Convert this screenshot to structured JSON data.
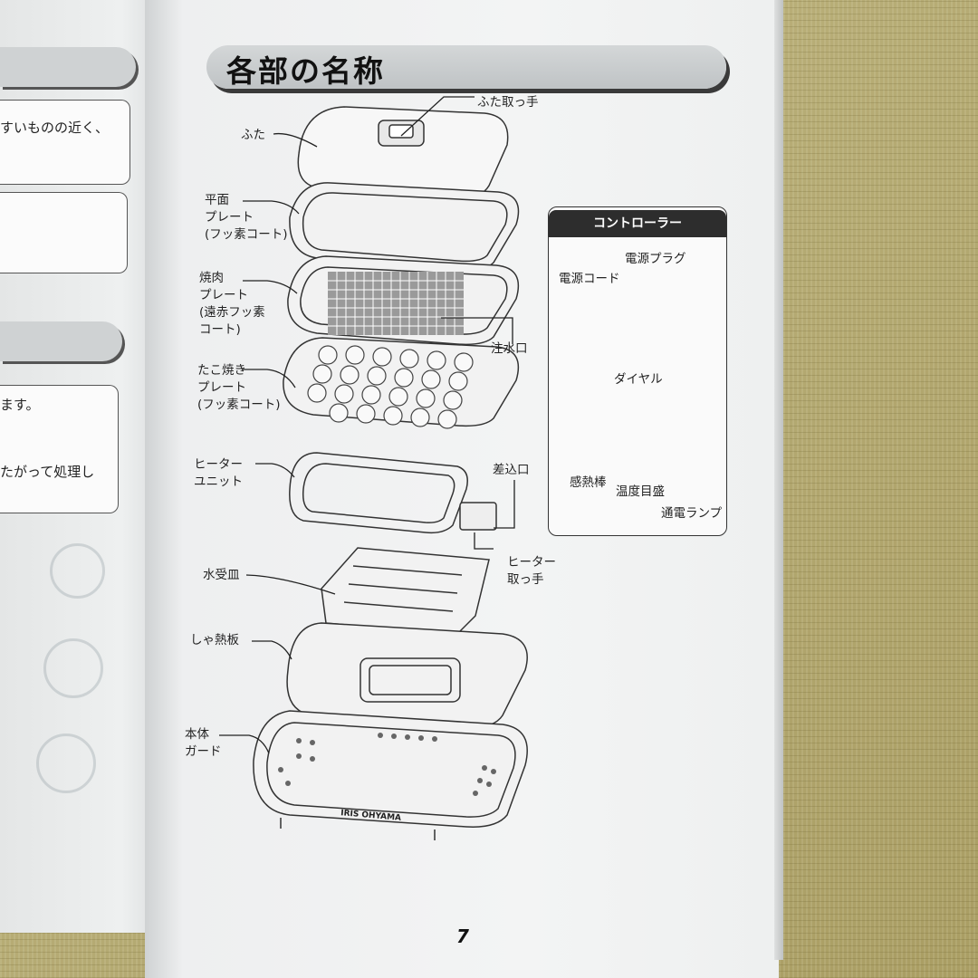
{
  "left_page": {
    "line1": "すいものの近く、",
    "line2": "ます。",
    "line3": "たがって処理し"
  },
  "heading": "各部の名称",
  "parts": {
    "lid_handle": "ふた取っ手",
    "lid": "ふた",
    "flat_plate": [
      "平面",
      "プレート",
      "(フッ素コート)"
    ],
    "grill_plate": [
      "焼肉",
      "プレート",
      "(遠赤フッ素",
      "コート)"
    ],
    "spout": "注水口",
    "takoyaki_plate": [
      "たこ焼き",
      "プレート",
      "(フッ素コート)"
    ],
    "heater_unit": [
      "ヒーター",
      "ユニット"
    ],
    "outlet": "差込口",
    "heater_handle": [
      "ヒーター",
      "取っ手"
    ],
    "drip_tray": "水受皿",
    "heat_shield": "しゃ熱板",
    "body_guard": [
      "本体",
      "ガード"
    ]
  },
  "controller": {
    "title": "コントローラー",
    "power_plug": "電源プラグ",
    "power_cord": "電源コード",
    "dial": "ダイヤル",
    "sensor_rod": "感熱棒",
    "temp_scale": "温度目盛",
    "power_lamp": "通電ランプ"
  },
  "brand": "IRIS OHYAMA",
  "page_number": "7"
}
